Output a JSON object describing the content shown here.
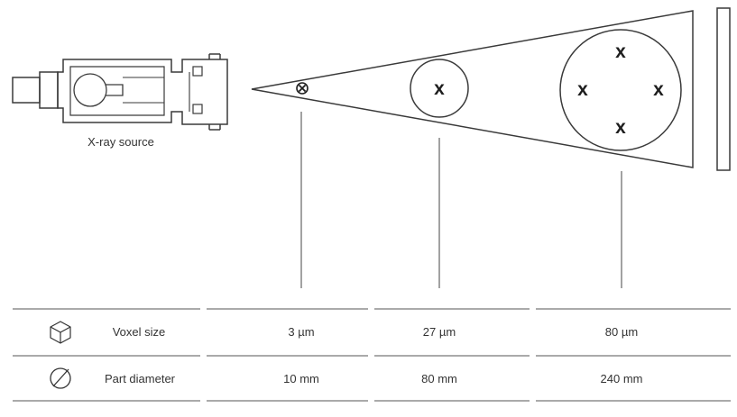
{
  "source": {
    "label": "X-ray source"
  },
  "table": {
    "rows": [
      {
        "icon": "cube-icon",
        "label": "Voxel size",
        "values": [
          "3 µm",
          "27 µm",
          "80 µm"
        ]
      },
      {
        "icon": "diameter-icon",
        "label": "Part diameter",
        "values": [
          "10 mm",
          "80 mm",
          "240 mm"
        ]
      }
    ]
  },
  "parts": {
    "small": {
      "mark": "x"
    },
    "medium": {
      "mark": "x"
    },
    "large": {
      "marks": [
        "x",
        "x",
        "x",
        "x"
      ]
    }
  },
  "colors": {
    "line": "#3a3a3a",
    "table_line": "#555555",
    "text": "#333333"
  }
}
